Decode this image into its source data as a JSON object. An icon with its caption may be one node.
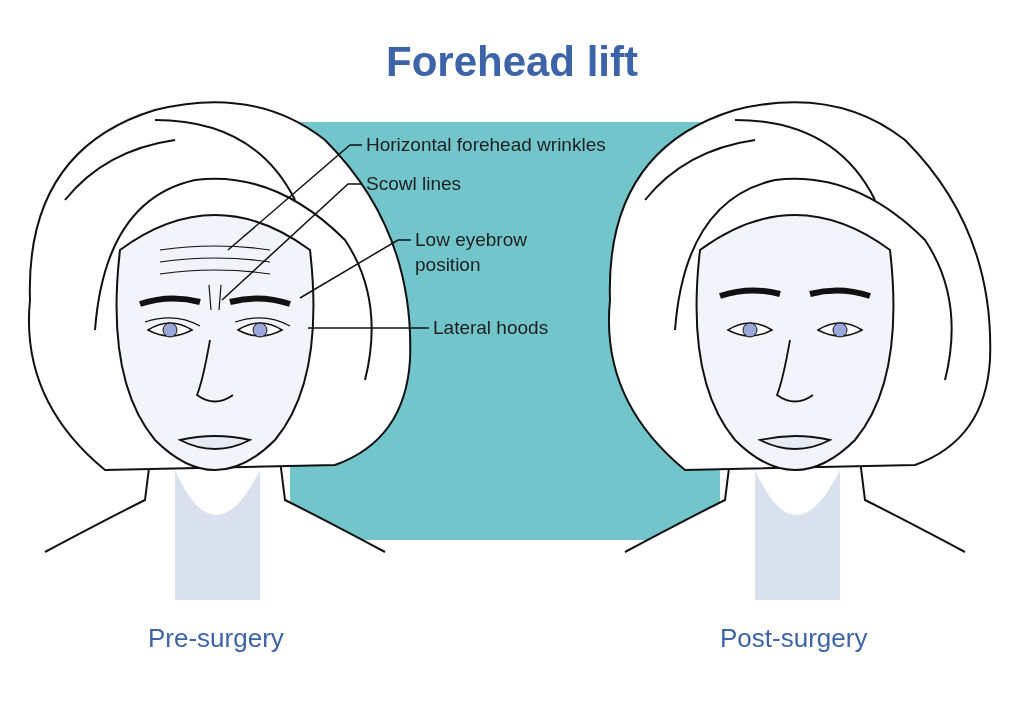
{
  "diagram": {
    "title": "Forehead lift",
    "nodes": [
      {
        "text": [
          "Horizontal forehead wrinkles"
        ]
      },
      {
        "text": [
          "Scowl lines"
        ]
      },
      {
        "text": [
          "Low eyebrow position"
        ]
      },
      {
        "text": [
          "Lateral hoods"
        ]
      }
    ],
    "edges": [
      {
        "from": 0,
        "to": null,
        "arrow": "none"
      },
      {
        "from": 1,
        "to": null,
        "arrow": "none"
      },
      {
        "from": 2,
        "to": null,
        "arrow": "none"
      },
      {
        "from": 3,
        "to": null,
        "arrow": "none"
      }
    ],
    "labels": [
      "Pre-surgery",
      "Post-surgery"
    ]
  }
}
